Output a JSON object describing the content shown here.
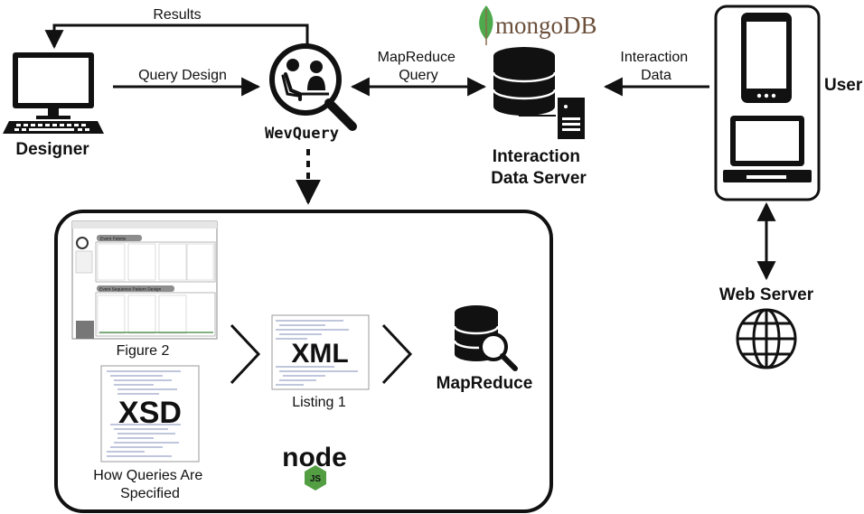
{
  "labels": {
    "results": "Results",
    "query_design": "Query Design",
    "mapreduce_query_line1": "MapReduce",
    "mapreduce_query_line2": "Query",
    "interaction_data_line1": "Interaction",
    "interaction_data_line2": "Data",
    "designer": "Designer",
    "wevquery": "WevQuery",
    "mongodb_brand": "mongoDB",
    "server_line1": "Interaction",
    "server_line2": "Data Server",
    "user": "User",
    "web_server": "Web Server",
    "figure2": "Figure 2",
    "listing1": "Listing 1",
    "xml": "XML",
    "xsd": "XSD",
    "mapreduce": "MapReduce",
    "how_line1": "How Queries Are",
    "how_line2": "Specified",
    "node_brand": "node",
    "node_js": "JS"
  },
  "figure2_thumb": {
    "panel1_title": "Event Palette",
    "panel2_title": "Event Sequence Pattern Design"
  },
  "colors": {
    "mongo_green": "#4fa94d",
    "mongo_text": "#6b4f3a",
    "node_green": "#539e43",
    "stroke": "#111111"
  }
}
